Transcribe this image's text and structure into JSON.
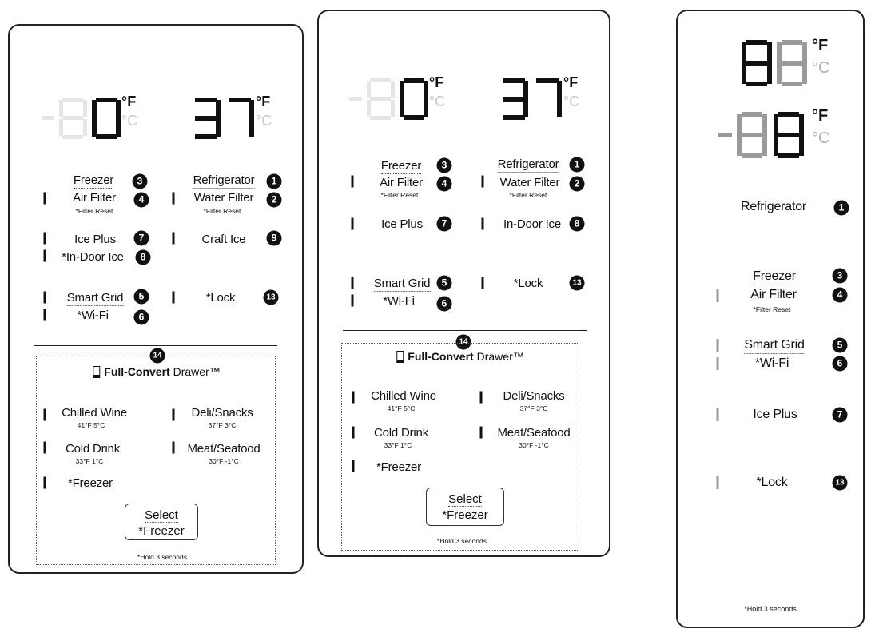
{
  "units": {
    "f": "°F",
    "c": "°C"
  },
  "badges": {
    "b1": "1",
    "b2": "2",
    "b3": "3",
    "b4": "4",
    "b5": "5",
    "b6": "6",
    "b7": "7",
    "b8": "8",
    "b9": "9",
    "b13": "13",
    "b14": "14"
  },
  "labels": {
    "freezer": "Freezer",
    "refrigerator": "Refrigerator",
    "air_filter": "Air Filter",
    "water_filter": "Water Filter",
    "filter_reset": "*Filter Reset",
    "ice_plus": "Ice Plus",
    "in_door_ice_star": "*In-Door Ice",
    "in_door_ice": "In-Door Ice",
    "craft_ice": "Craft Ice",
    "smart_grid": "Smart Grid",
    "wifi": "*Wi-Fi",
    "lock": "*Lock",
    "hold": "*Hold 3 seconds"
  },
  "drawer": {
    "title_bold": "Full-Convert",
    "title_rest": " Drawer™",
    "chilled_wine": "Chilled Wine",
    "chilled_wine_temps": "41°F   5°C",
    "deli_snacks": "Deli/Snacks",
    "deli_snacks_temps": "37°F   3°C",
    "cold_drink": "Cold Drink",
    "cold_drink_temps": "33°F   1°C",
    "meat_seafood": "Meat/Seafood",
    "meat_seafood_temps": "30°F  -1°C",
    "freezer": "*Freezer",
    "select_l1": "Select",
    "select_l2": "*Freezer"
  },
  "displays": {
    "freezer_temp": "0",
    "fridge_temp": "37",
    "panel3_top": "88",
    "panel3_bottom": "-88"
  }
}
